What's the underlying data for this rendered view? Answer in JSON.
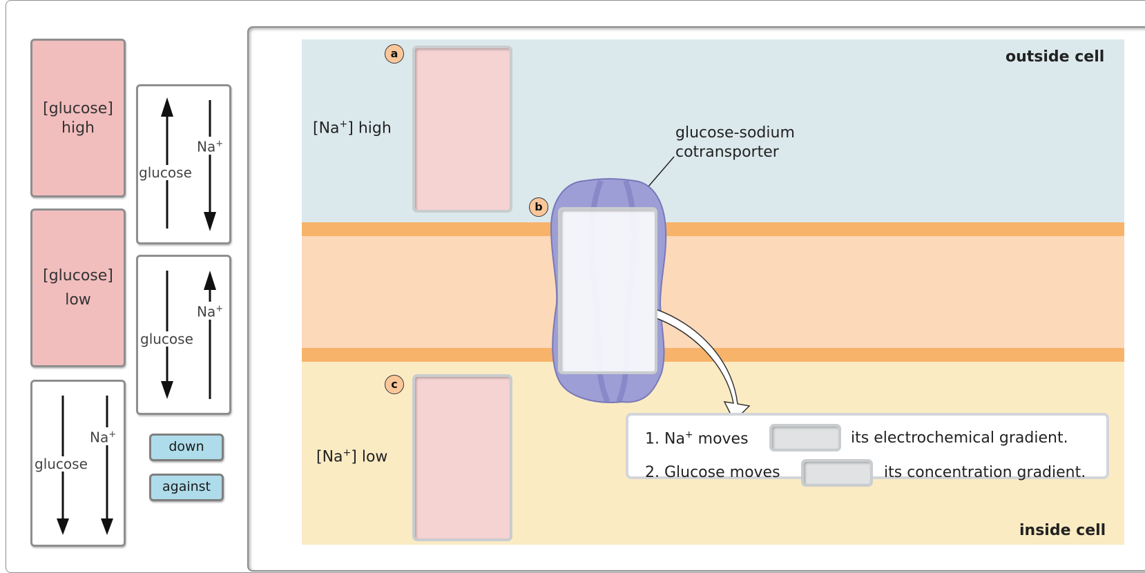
{
  "tiles": {
    "glucose_high": {
      "line1": "[glucose]",
      "line2": "high"
    },
    "glucose_low": {
      "line1": "[glucose]",
      "line2": "low"
    },
    "arrows_up_glucose_down_na": {
      "left_label": "glucose",
      "right_label": "Na",
      "right_sup": "+"
    },
    "arrows_down_glucose_up_na": {
      "left_label": "glucose",
      "right_label": "Na",
      "right_sup": "+"
    },
    "arrows_down_both": {
      "left_label": "glucose",
      "right_label": "Na",
      "right_sup": "+"
    }
  },
  "buttons": {
    "down": "down",
    "against": "against"
  },
  "diagram": {
    "outside_label": "outside cell",
    "inside_label": "inside cell",
    "na_high": {
      "pre": "[Na",
      "sup": "+",
      "post": "] high"
    },
    "na_low": {
      "pre": "[Na",
      "sup": "+",
      "post": "] low"
    },
    "cotransporter_line1": "glucose-sodium",
    "cotransporter_line2": "cotransporter",
    "badges": {
      "a": "a",
      "b": "b",
      "c": "c"
    }
  },
  "statements": {
    "s1": {
      "pre": "1. Na",
      "sup": "+",
      "mid": " moves",
      "post": "its electrochemical gradient."
    },
    "s2": {
      "pre": "2. Glucose moves",
      "post": "its concentration gradient."
    }
  },
  "colors": {
    "outside": "#dce9ec",
    "membrane_edge": "#f8b36a",
    "membrane_core": "#fcd9b8",
    "inside": "#fbebc3",
    "tile_pink": "#f2bdbd",
    "button_blue": "#aedcea",
    "protein": "#8f8fc9"
  }
}
